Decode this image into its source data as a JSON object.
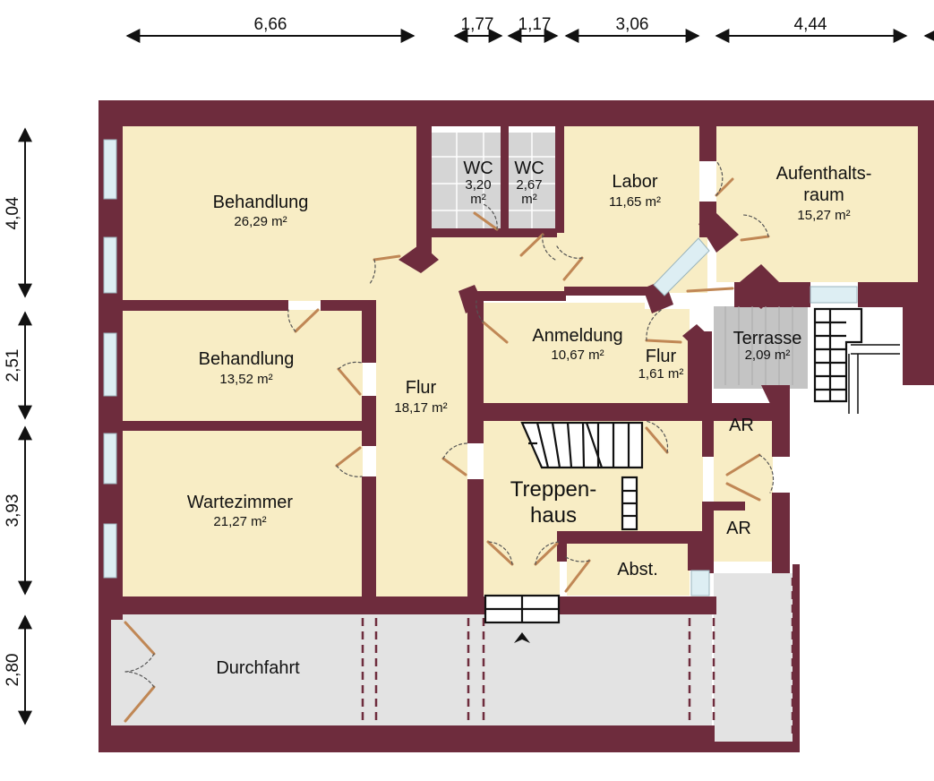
{
  "colors": {
    "wall": "#6e2c3d",
    "floor": "#f8edc5",
    "passage": "#e3e3e3",
    "tile": "#d5d5d5",
    "terrace": "#c4c4c4",
    "window": "#ddeef3",
    "door": "#c08755",
    "stair": "#111111",
    "dimension": "#111111"
  },
  "dimensions": {
    "top": [
      "6,66",
      "1,77",
      "1,17",
      "3,06",
      "4,44"
    ],
    "left": [
      "4,04",
      "2,51",
      "3,93",
      "2,80"
    ]
  },
  "rooms": {
    "behandlung_1": {
      "name": "Behandlung",
      "area": "26,29 m²"
    },
    "behandlung_2": {
      "name": "Behandlung",
      "area": "13,52 m²"
    },
    "wartezimmer": {
      "name": "Wartezimmer",
      "area": "21,27 m²"
    },
    "durchfahrt": {
      "name": "Durchfahrt"
    },
    "flur_main": {
      "name": "Flur",
      "area": "18,17 m²"
    },
    "wc_1": {
      "name": "WC",
      "area_value": "3,20",
      "area_unit": "m²"
    },
    "wc_2": {
      "name": "WC",
      "area_value": "2,67",
      "area_unit": "m²"
    },
    "labor": {
      "name": "Labor",
      "area": "11,65 m²"
    },
    "aufenthaltsraum": {
      "name_line1": "Aufenthalts-",
      "name_line2": "raum",
      "area": "15,27 m²"
    },
    "anmeldung": {
      "name": "Anmeldung",
      "area": "10,67 m²"
    },
    "flur_small": {
      "name": "Flur",
      "area": "1,61 m²"
    },
    "terrasse": {
      "name": "Terrasse",
      "area": "2,09 m²"
    },
    "ar_1": {
      "name": "AR"
    },
    "ar_2": {
      "name": "AR"
    },
    "treppenhaus": {
      "name_line1": "Treppen-",
      "name_line2": "haus"
    },
    "abst": {
      "name": "Abst."
    }
  }
}
